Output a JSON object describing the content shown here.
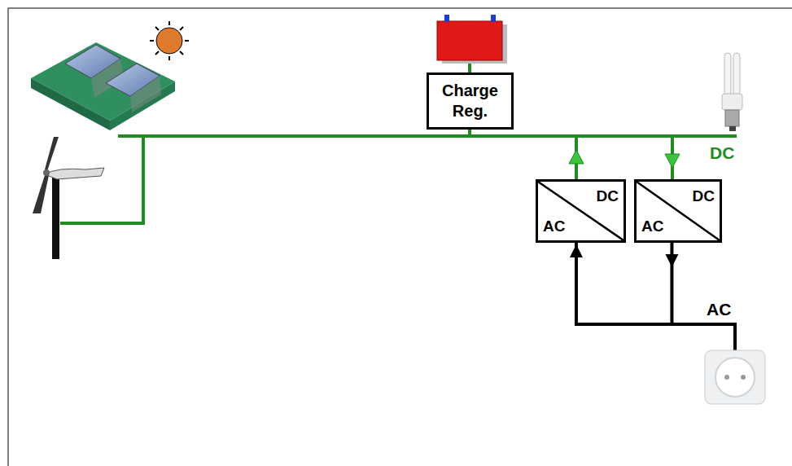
{
  "diagram": {
    "nodes": [
      {
        "text": [
          "Charge Reg."
        ]
      },
      {
        "text": [
          "DC",
          "AC"
        ]
      },
      {
        "text": [
          "DC",
          "AC"
        ]
      }
    ],
    "edges": [
      {
        "from": 2,
        "to": 1,
        "arrow": "to"
      }
    ],
    "labels": [
      "DC",
      "AC"
    ]
  }
}
